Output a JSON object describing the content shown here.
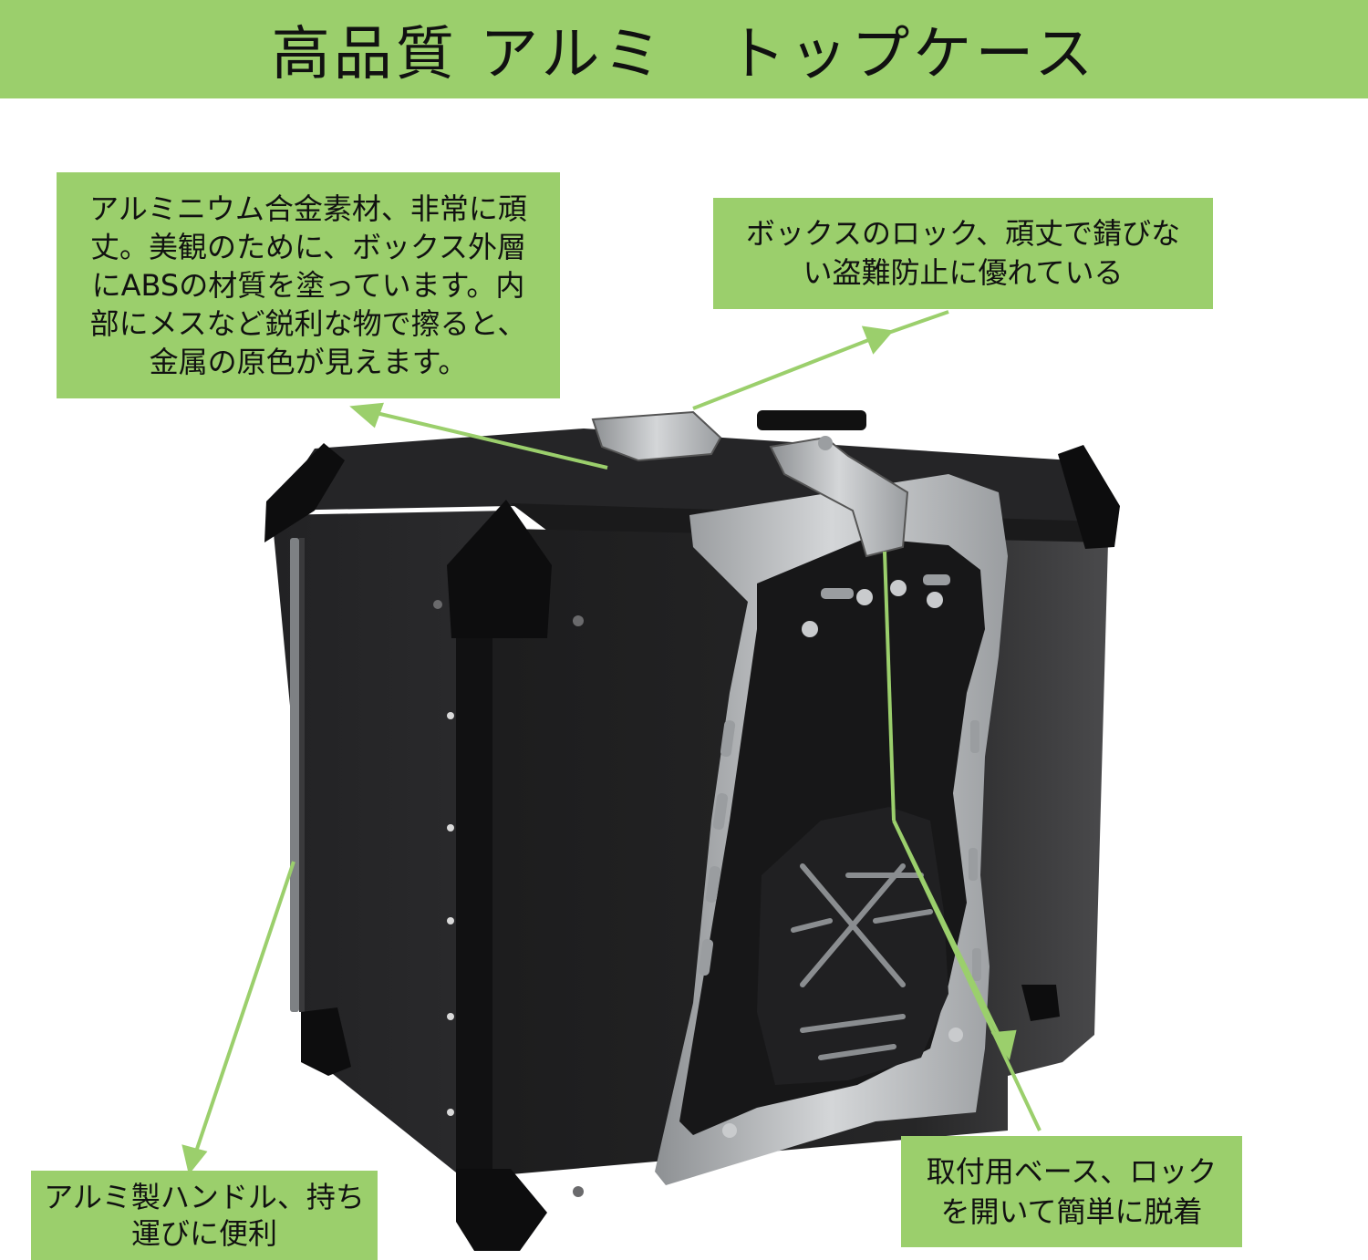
{
  "header": {
    "title": "高品質 アルミ　トップケース"
  },
  "callouts": {
    "material": {
      "lines": [
        "アルミニウム合金素材、非常に頑",
        "丈。美観のために、ボックス外層",
        "にABSの材質を塗っています。内",
        "部にメスなど鋭利な物で擦ると、",
        "金属の原色が見えます。"
      ]
    },
    "lock": {
      "lines": [
        "ボックスのロック、頑丈で錆びな",
        "い盗難防止に優れている"
      ]
    },
    "handle": {
      "lines": [
        "アルミ製ハンドル、持ち",
        "運びに便利"
      ]
    },
    "base": {
      "lines": [
        "取付用ベース、ロック",
        "を開いて簡単に脱着"
      ]
    }
  },
  "product_image": {
    "subject": "black aluminium motorcycle top case with stainless latches and black mounting base plate",
    "colors": {
      "case_body": "#1b1b1c",
      "case_side": "#2a2a2b",
      "steel": "#b9bcbf",
      "base_plate": "#161617",
      "accent_green": "#9bcf6c"
    }
  }
}
